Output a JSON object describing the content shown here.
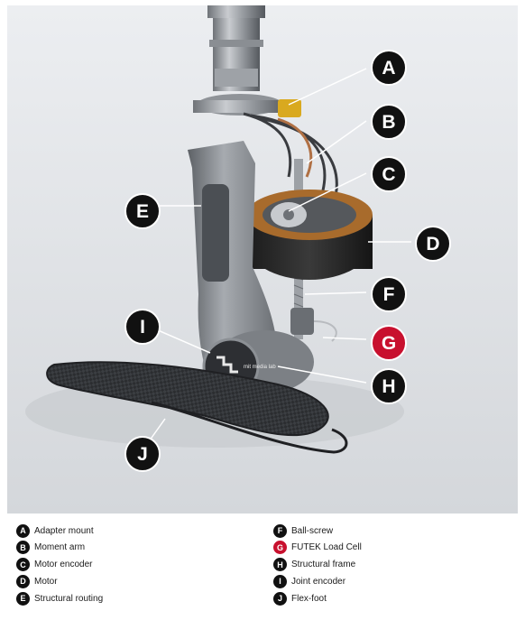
{
  "colors": {
    "badge": "#111111",
    "badge_highlight": "#c8102e",
    "badge_text": "#ffffff",
    "background_top": "#e9ebee",
    "background_bottom": "#d6d9dd"
  },
  "logo": {
    "text": "mit media lab"
  },
  "callouts": [
    {
      "letter": "A",
      "label": "Adapter mount",
      "highlight": false
    },
    {
      "letter": "B",
      "label": "Moment arm",
      "highlight": false
    },
    {
      "letter": "C",
      "label": "Motor encoder",
      "highlight": false
    },
    {
      "letter": "D",
      "label": "Motor",
      "highlight": false
    },
    {
      "letter": "E",
      "label": "Structural routing",
      "highlight": false
    },
    {
      "letter": "F",
      "label": "Ball-screw",
      "highlight": false
    },
    {
      "letter": "G",
      "label": "FUTEK Load Cell",
      "highlight": true
    },
    {
      "letter": "H",
      "label": "Structural frame",
      "highlight": false
    },
    {
      "letter": "I",
      "label": "Joint encoder",
      "highlight": false
    },
    {
      "letter": "J",
      "label": "Flex-foot",
      "highlight": false
    }
  ]
}
